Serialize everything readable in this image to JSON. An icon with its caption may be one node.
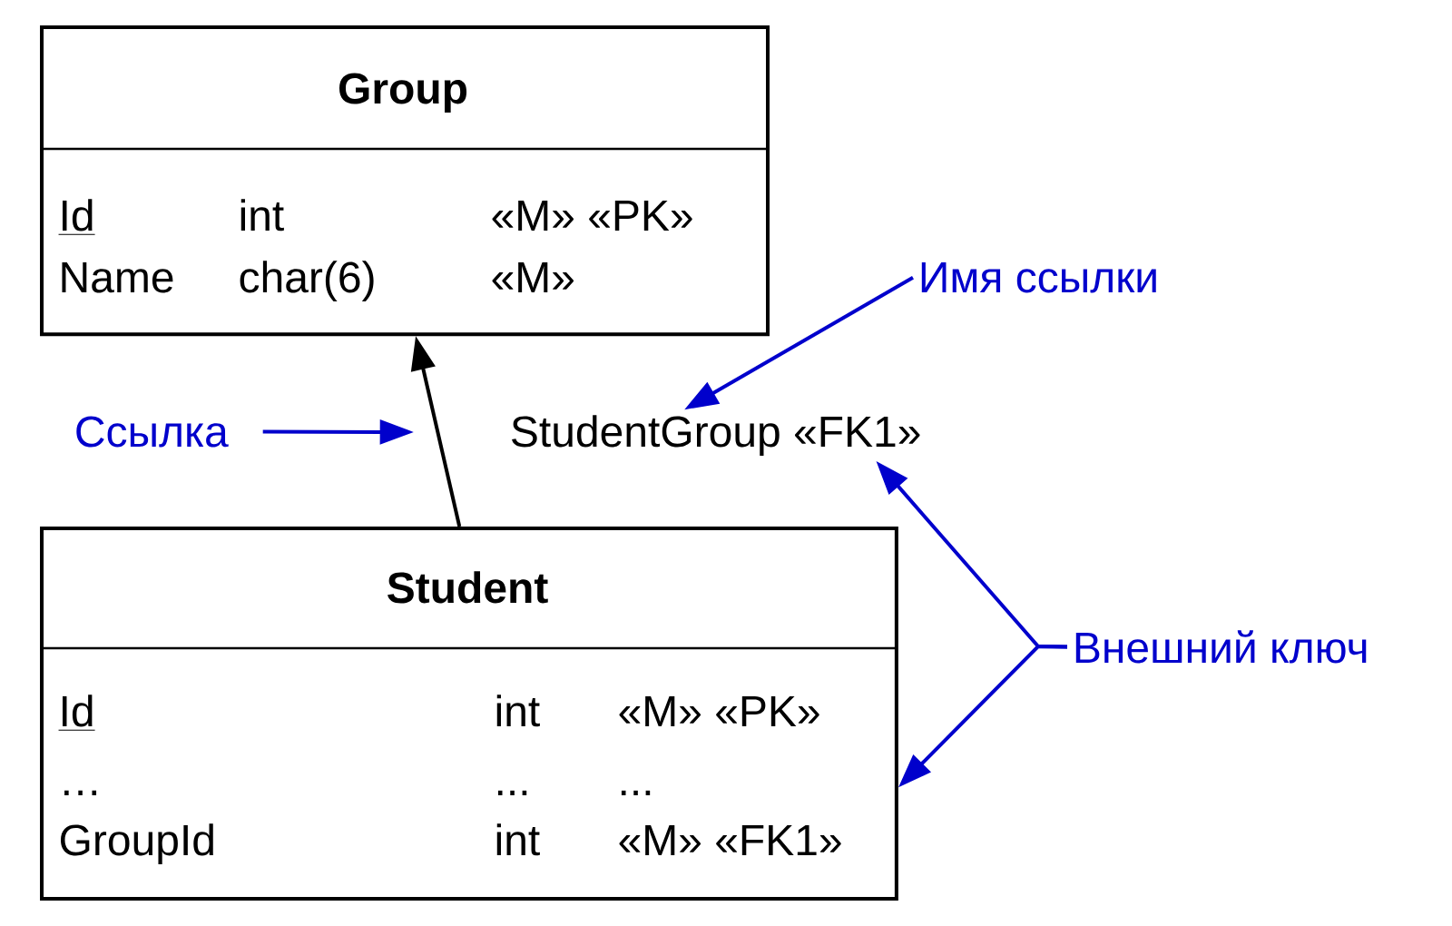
{
  "diagram": {
    "nodes": [
      {
        "text": [
          "Group",
          "Id",
          "int",
          "«M» «PK»",
          "Name",
          "char(6)",
          "«M»"
        ]
      },
      {
        "text": [
          "Student",
          "Id",
          "int",
          "«M» «PK»",
          "…",
          "...",
          "...",
          "GroupId",
          "int",
          "«M» «FK1»"
        ]
      },
      {
        "text": [
          "StudentGroup «FK1»"
        ]
      },
      {
        "text": [
          "Ссылка"
        ]
      },
      {
        "text": [
          "Имя ссылки"
        ]
      },
      {
        "text": [
          "Внешний ключ"
        ]
      }
    ],
    "edges": [
      {
        "from": 1,
        "to": 0,
        "arrow": "to",
        "color": "#000000"
      },
      {
        "from": 3,
        "to": null,
        "arrow": "to"
      },
      {
        "from": 4,
        "to": 2,
        "arrow": "to"
      },
      {
        "from": 5,
        "to": 2,
        "arrow": "to"
      },
      {
        "from": 5,
        "to": 1,
        "arrow": "to"
      }
    ]
  }
}
